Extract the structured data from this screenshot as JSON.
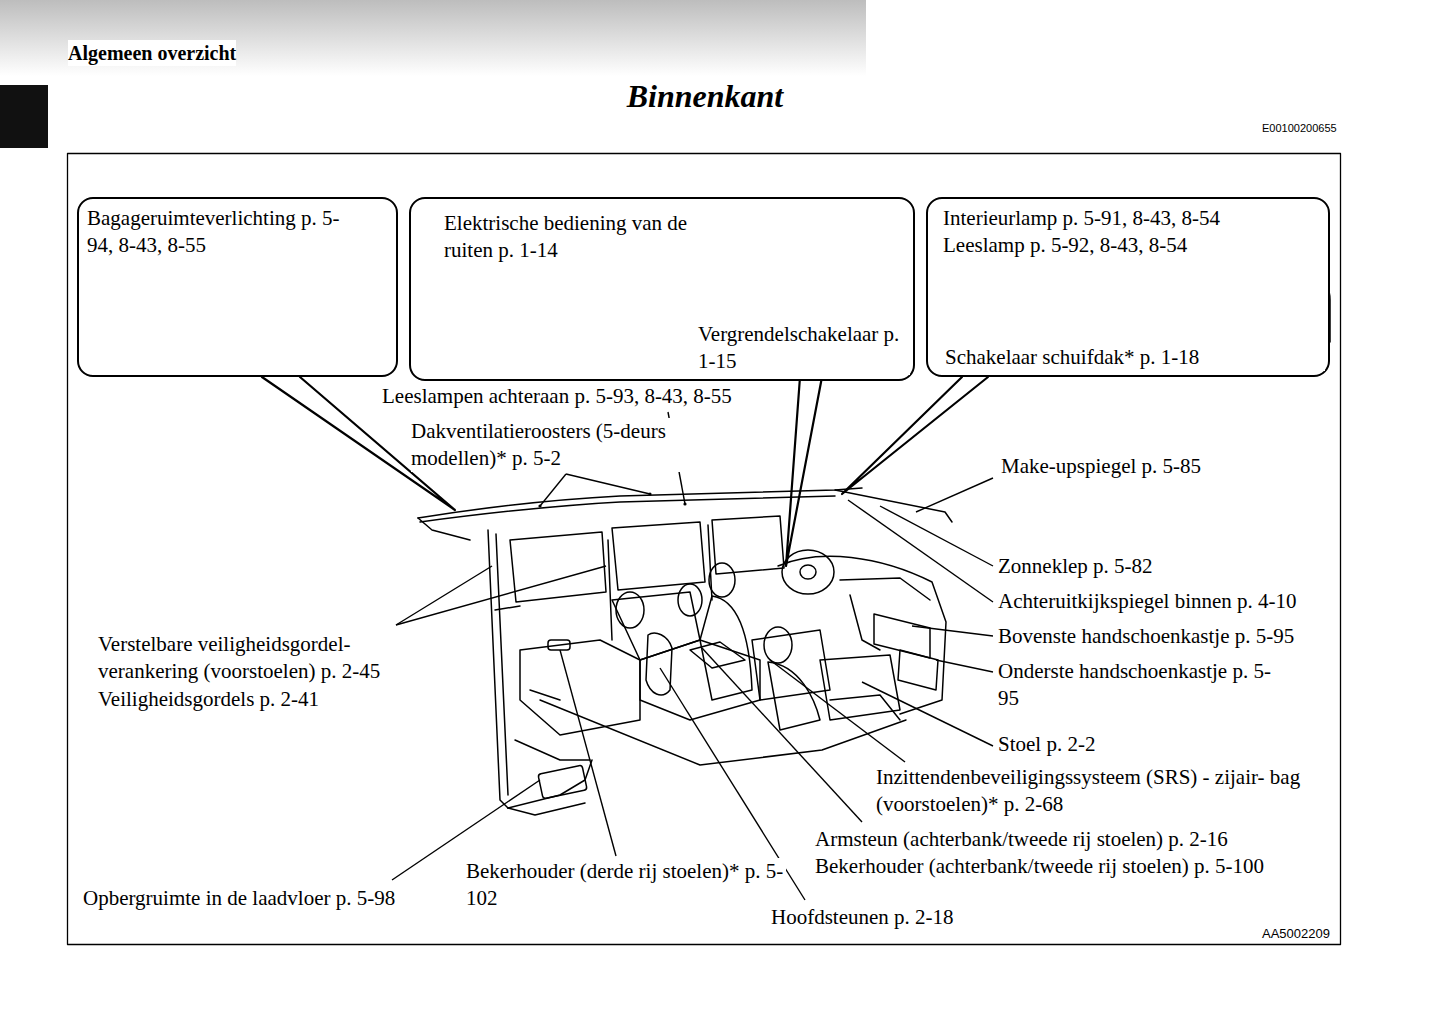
{
  "diagram": {
    "title": "Binnenkant",
    "nodes": [
      {
        "text": [
          "Bagageruimteverlichting p. 5-94, 8-43, 8-55"
        ]
      },
      {
        "text": [
          "Elektrische bediening van de ruiten p. 1-14",
          "Vergrendelschakelaar p. 1-15"
        ]
      },
      {
        "text": [
          "Interieurlamp p. 5-91, 8-43, 8-54",
          "Leeslamp p. 5-92, 8-43, 8-54",
          "Schakelaar schuifdak* p. 1-18"
        ]
      }
    ],
    "labels": [
      "Algemeen overzicht",
      "E00100200655",
      "Leeslampen achteraan p. 5-93, 8-43, 8-55",
      "Dakventilatieroosters (5-deurs modellen)* p. 5-2",
      "Make-upspiegel p. 5-85",
      "Zonneklep p. 5-82",
      "Achteruitkijkspiegel binnen p. 4-10",
      "Bovenste handschoenkastje p. 5-95",
      "Onderste handschoenkastje p. 5-95",
      "Stoel p. 2-2",
      "Inzittendenbeveiligingssysteem (SRS) - zijair- bag (voorstoelen)* p. 2-68",
      "Verstelbare veiligheidsgordel- verankering (voorstoelen) p. 2-45",
      "Veiligheidsgordels p. 2-41",
      "Armsteun (achterbank/tweede rij stoelen) p. 2-16",
      "Bekerhouder (achterbank/tweede rij stoelen) p. 5-100",
      "Bekerhouder (derde rij stoelen)* p. 5-102",
      "Opbergruimte in de laadvloer p. 5-98",
      "Hoofdsteunen p. 2-18",
      "AA5002209"
    ]
  }
}
